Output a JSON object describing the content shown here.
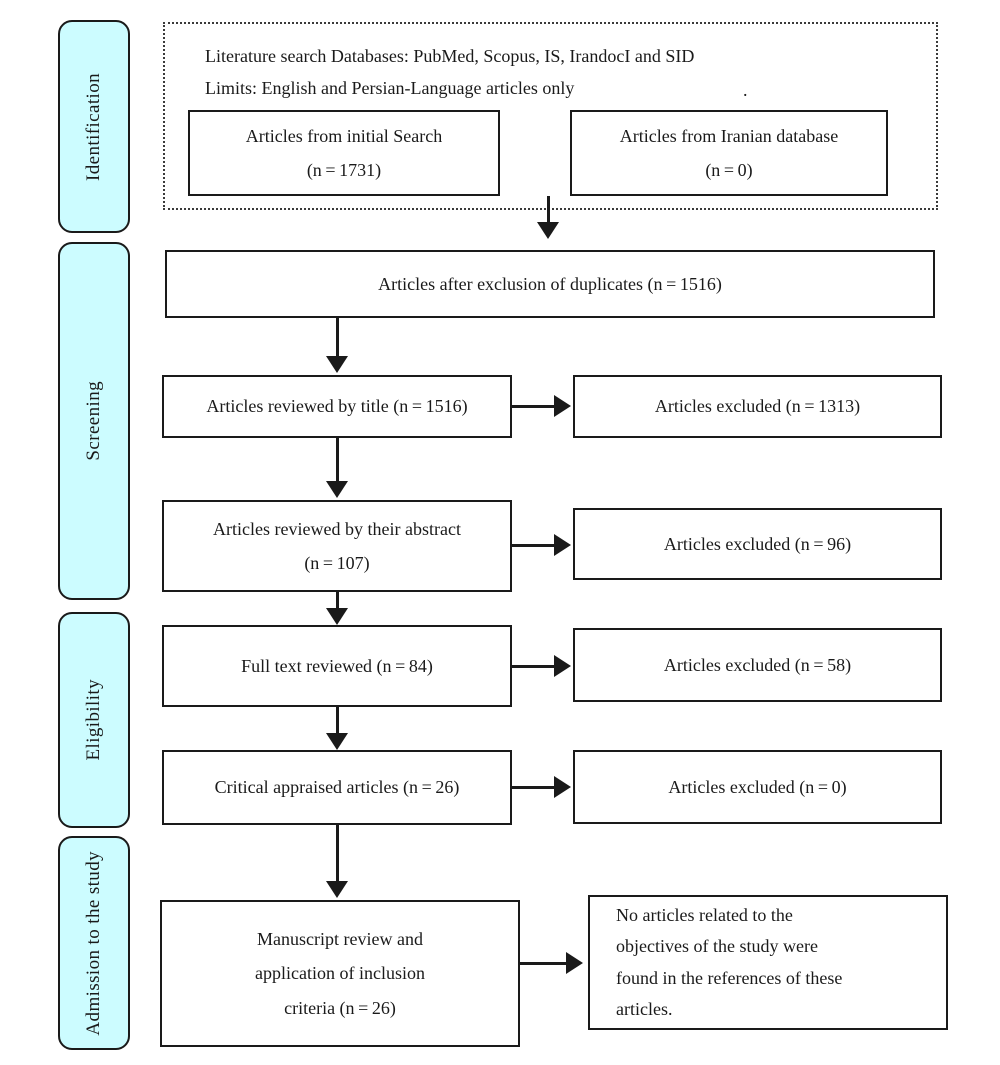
{
  "diagram": {
    "type": "prisma-flow-diagram",
    "colors": {
      "stage_fill": "#ccfcff",
      "stroke": "#1a1a1a",
      "background": "#ffffff"
    }
  },
  "stages": [
    {
      "id": "identification",
      "label": "Identification"
    },
    {
      "id": "screening",
      "label": "Screening"
    },
    {
      "id": "eligibility",
      "label": "Eligibility"
    },
    {
      "id": "admission",
      "label": "Admission to the study"
    }
  ],
  "identification": {
    "search_line": "Literature search Databases: PubMed, Scopus, IS, IrandocI and SID",
    "limits_line": "Limits: English and Persian-Language articles only",
    "stray_mark": ".",
    "boxes": [
      {
        "id": "initial-search",
        "line1": "Articles from initial Search",
        "line2": "(n = 1731)"
      },
      {
        "id": "iranian-database",
        "line1": "Articles from Iranian database",
        "line2": "(n = 0)"
      }
    ]
  },
  "flow": {
    "duplicates": {
      "text": "Articles after exclusion of duplicates (n = 1516)"
    },
    "rows": [
      {
        "id": "title-review",
        "main": {
          "line1": "Articles reviewed by title (n = 1516)",
          "line2": ""
        },
        "excluded": {
          "text": "Articles excluded (n = 1313)"
        }
      },
      {
        "id": "abstract-review",
        "main": {
          "line1": "Articles reviewed by their abstract",
          "line2": "(n = 107)"
        },
        "excluded": {
          "text": "Articles excluded (n = 96)"
        }
      },
      {
        "id": "full-text-review",
        "main": {
          "line1": "Full text reviewed (n = 84)",
          "line2": ""
        },
        "excluded": {
          "text": "Articles excluded (n = 58)"
        }
      },
      {
        "id": "critical-appraisal",
        "main": {
          "line1": "Critical appraised articles (n = 26)",
          "line2": ""
        },
        "excluded": {
          "text": "Articles excluded (n = 0)"
        }
      }
    ],
    "final": {
      "main": {
        "line1": "Manuscript review and",
        "line2": "application of inclusion",
        "line3": "criteria (n = 26)"
      },
      "note": {
        "line1": "No articles related to the",
        "line2": "objectives of the study were",
        "line3": "found in the references of these",
        "line4": "articles."
      }
    }
  }
}
